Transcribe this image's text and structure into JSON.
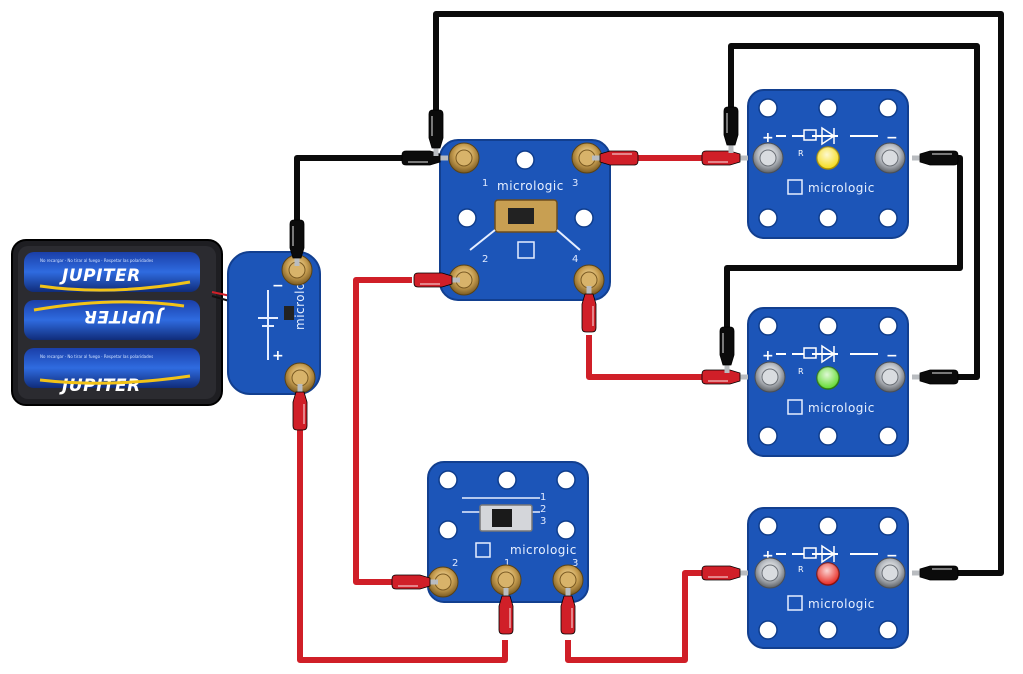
{
  "battery": {
    "brand": "JUPITER",
    "fine_print": "No recargar · No tirar al fuego · Respetar las polaridades"
  },
  "battery_connector": {
    "brand": "micrologic",
    "minus": "−",
    "plus": "+"
  },
  "switch_top": {
    "brand": "micrologic",
    "pins": [
      "1",
      "2",
      "3",
      "4"
    ]
  },
  "switch_bottom": {
    "brand": "micrologic",
    "pins": [
      "2",
      "1",
      "3"
    ],
    "tags": [
      "1",
      "2",
      "3"
    ]
  },
  "leds": [
    {
      "brand": "micrologic",
      "color_name": "yellow",
      "color": "#f5dc16",
      "plus": "+",
      "minus": "−",
      "r": "R"
    },
    {
      "brand": "micrologic",
      "color_name": "green",
      "color": "#5fdb2c",
      "plus": "+",
      "minus": "−",
      "r": "R"
    },
    {
      "brand": "micrologic",
      "color_name": "red",
      "color": "#e8261e",
      "plus": "+",
      "minus": "−",
      "r": "R"
    }
  ],
  "colors": {
    "board": "#1c55b8",
    "wire_red": "#d01f28",
    "wire_black": "#0b0b0b"
  }
}
